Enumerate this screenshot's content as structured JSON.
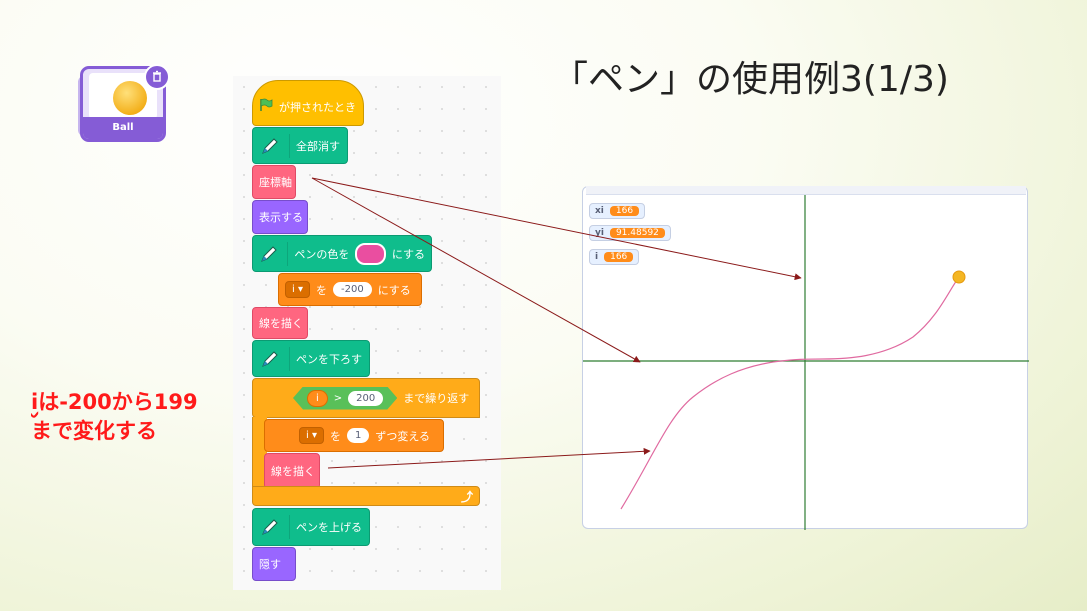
{
  "title": "「ペン」の使用例3(1/3)",
  "sprite": {
    "name": "Ball",
    "delete_icon": "trash-icon"
  },
  "note": {
    "line1_prefix": "i",
    "line1_rest": "は-200から199",
    "line2": "まで変化する"
  },
  "blocks": {
    "flag_clicked": "が押されたとき",
    "clear": "全部消す",
    "axes": "座標軸",
    "show": "表示する",
    "set_pen_color_pre": "ペンの色を",
    "set_pen_color_post": "にする",
    "set_var_name": "i",
    "set_var_to": "を",
    "set_var_value": "-200",
    "set_var_post": "にする",
    "draw_line": "線を描く",
    "pen_down": "ペンを下ろす",
    "repeat_var": "i",
    "repeat_op": ">",
    "repeat_value": "200",
    "repeat_label": "まで繰り返す",
    "change_var_name": "i",
    "change_var_by": "を",
    "change_var_value": "1",
    "change_var_post": "ずつ変える",
    "draw_line_inner": "線を描く",
    "pen_up": "ペンを上げる",
    "hide": "隠す"
  },
  "monitors": [
    {
      "label": "xi",
      "value": "166"
    },
    {
      "label": "yi",
      "value": "91.48592"
    },
    {
      "label": "i",
      "value": "166"
    }
  ],
  "colors": {
    "pen_color": "#ea4ea0",
    "axis_color": "#2e7d32",
    "annotation_arrow": "#8b1a1a",
    "note_color": "#ff1a1a"
  }
}
